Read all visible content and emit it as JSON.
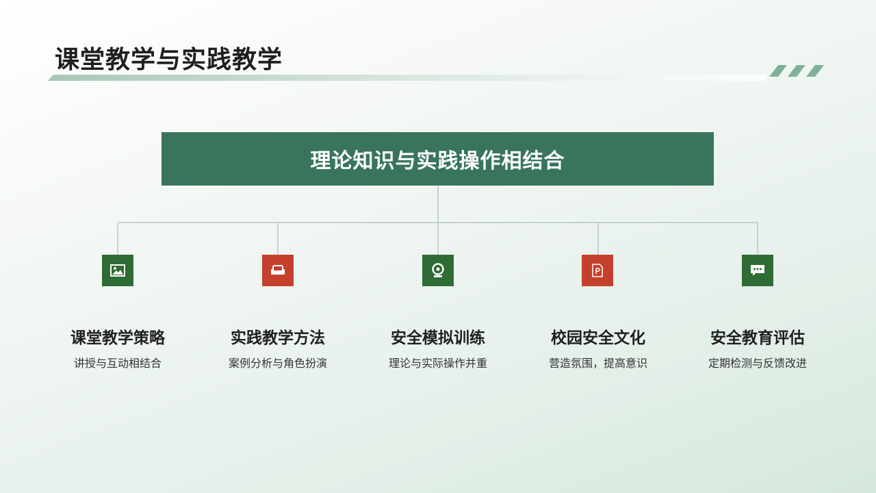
{
  "slide": {
    "title": "课堂教学与实践教学",
    "colors": {
      "primary_green": "#38755c",
      "icon_green": "#2f6b35",
      "icon_red": "#c5402c",
      "connector": "#b8c6cc"
    }
  },
  "root": {
    "label": "理论知识与实践操作相结合"
  },
  "nodes": [
    {
      "title": "课堂教学策略",
      "desc": "讲授与互动相结合",
      "icon": "image-icon",
      "color": "green"
    },
    {
      "title": "实践教学方法",
      "desc": "案例分析与角色扮演",
      "icon": "sofa-icon",
      "color": "red"
    },
    {
      "title": "安全模拟训练",
      "desc": "理论与实际操作并重",
      "icon": "webcam-icon",
      "color": "green"
    },
    {
      "title": "校园安全文化",
      "desc": "营造氛围，提高意识",
      "icon": "document-p-icon",
      "color": "red"
    },
    {
      "title": "安全教育评估",
      "desc": "定期检测与反馈改进",
      "icon": "chat-bubble-icon",
      "color": "green"
    }
  ]
}
